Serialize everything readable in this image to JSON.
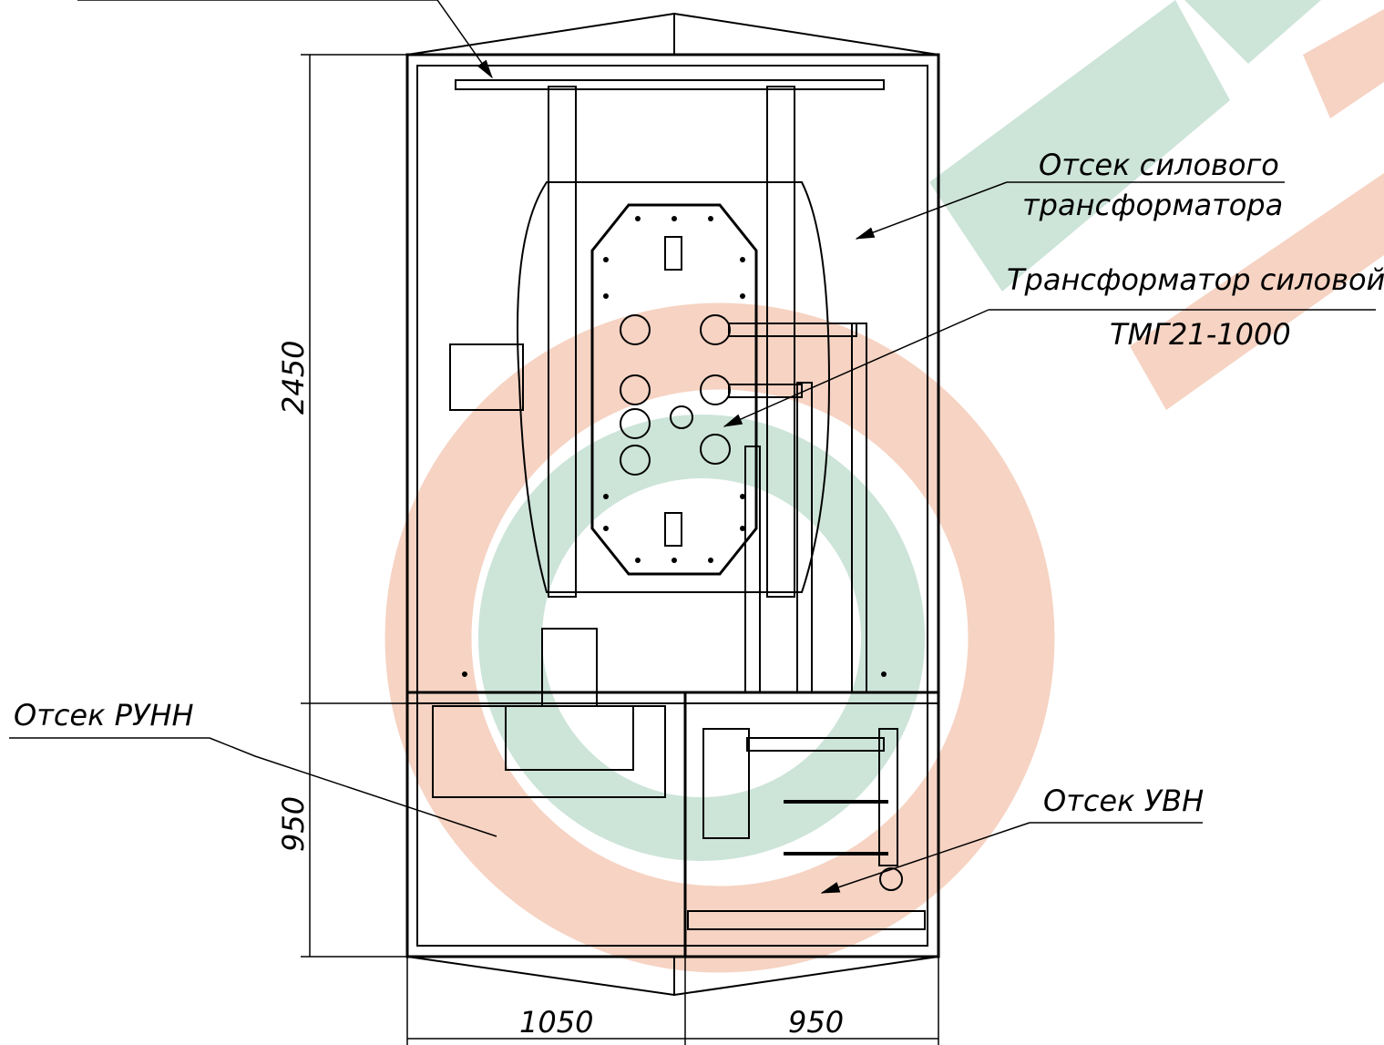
{
  "drawing": {
    "watermark": {
      "colors": {
        "orange": "#f6d3c3",
        "green": "#cde4d9"
      }
    },
    "labels": {
      "transformer_compartment_line1": "Отсек силового",
      "transformer_compartment_line2": "трансформатора",
      "transformer_line1": "Трансформатор силовой",
      "transformer_line2": "ТМГ21-1000",
      "lv_compartment": "Отсек РУНН",
      "hv_compartment": "Отсек УВН"
    },
    "dimensions": {
      "height_upper": "2450",
      "height_lower": "950",
      "width_left": "1050",
      "width_right": "950"
    }
  }
}
